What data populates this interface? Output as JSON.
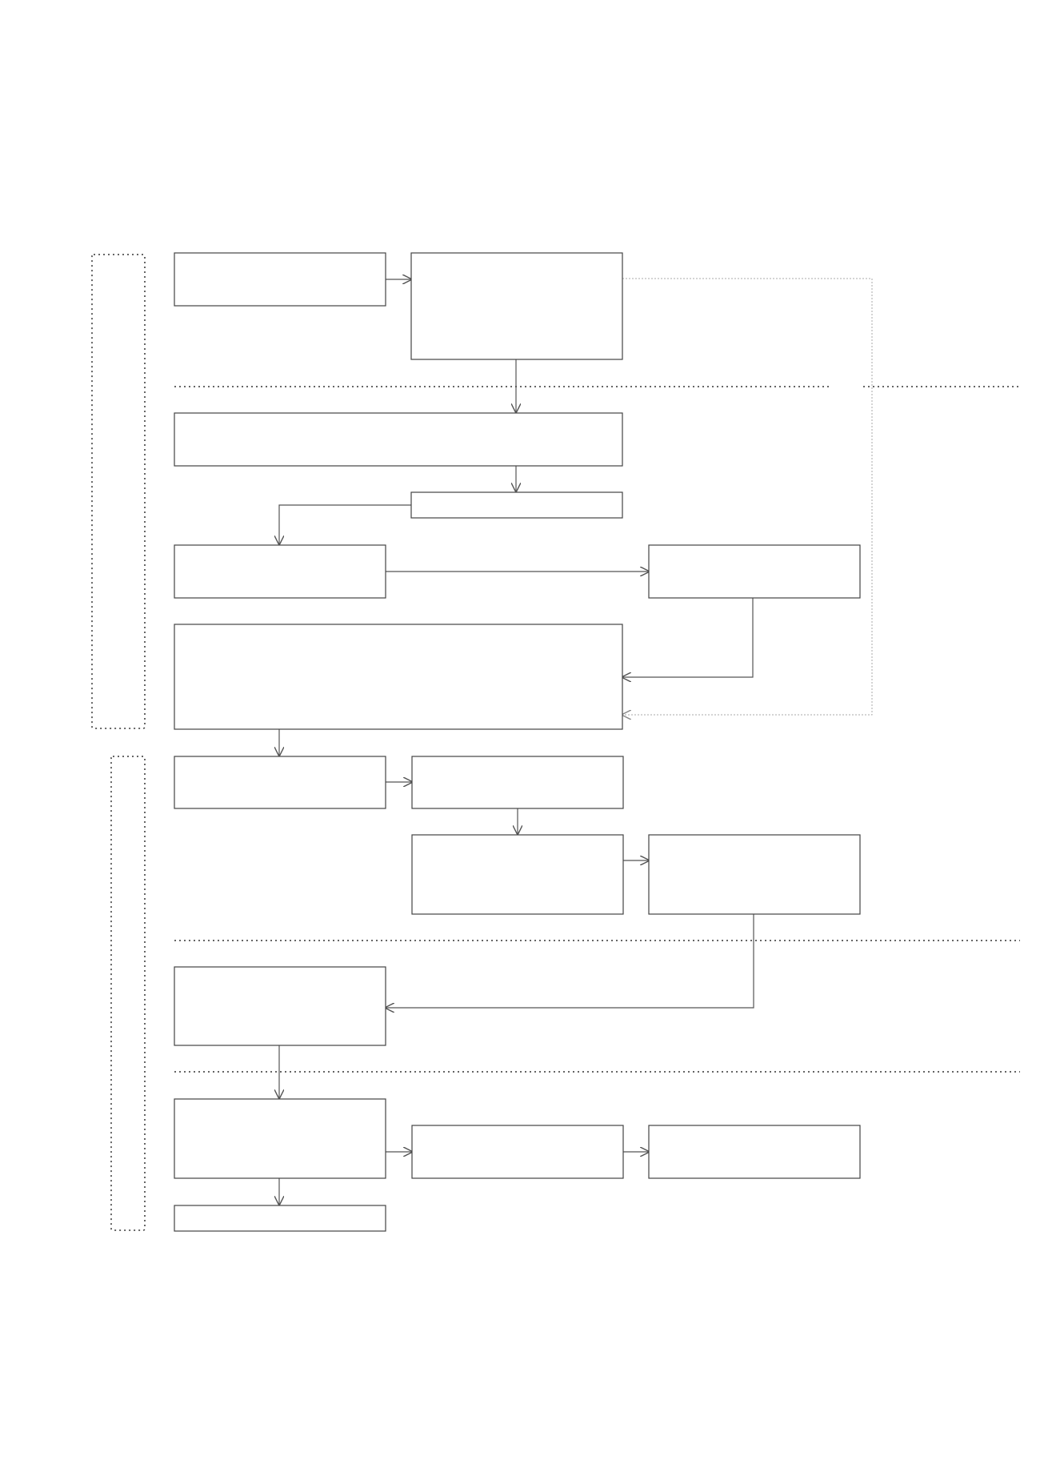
{
  "diagram": {
    "colors": {
      "box_stroke": "#444444",
      "arrow_stroke": "#555555",
      "dotted_stroke": "#333333",
      "feedback_stroke": "#aaaaaa",
      "background": "#ffffff"
    },
    "boxes": [
      {
        "id": "b1",
        "label": ""
      },
      {
        "id": "b2",
        "label": ""
      },
      {
        "id": "b3",
        "label": ""
      },
      {
        "id": "b4",
        "label": ""
      },
      {
        "id": "b5",
        "label": ""
      },
      {
        "id": "b6",
        "label": ""
      },
      {
        "id": "b7",
        "label": ""
      },
      {
        "id": "b8",
        "label": ""
      },
      {
        "id": "b9",
        "label": ""
      },
      {
        "id": "b10",
        "label": ""
      },
      {
        "id": "b11",
        "label": ""
      },
      {
        "id": "b12",
        "label": ""
      },
      {
        "id": "b13",
        "label": ""
      },
      {
        "id": "b14",
        "label": ""
      },
      {
        "id": "b15",
        "label": ""
      },
      {
        "id": "b16",
        "label": ""
      },
      {
        "id": "b17",
        "label": ""
      }
    ],
    "groups": [
      {
        "id": "group-upper",
        "label": ""
      },
      {
        "id": "group-lower",
        "label": ""
      }
    ],
    "edges": [
      {
        "from": "b1",
        "to": "b2"
      },
      {
        "from": "b2",
        "to": "b3"
      },
      {
        "from": "b3",
        "to": "b4"
      },
      {
        "from": "b4",
        "to": "b5"
      },
      {
        "from": "b5",
        "to": "b6"
      },
      {
        "from": "b6",
        "to": "b7"
      },
      {
        "from": "b2",
        "to": "b7",
        "style": "feedback"
      },
      {
        "from": "b7",
        "to": "b8"
      },
      {
        "from": "b8",
        "to": "b9"
      },
      {
        "from": "b9",
        "to": "b10"
      },
      {
        "from": "b10",
        "to": "b11"
      },
      {
        "from": "b11",
        "to": "b12"
      },
      {
        "from": "b12",
        "to": "b13"
      },
      {
        "from": "b13",
        "to": "b14"
      },
      {
        "from": "b14",
        "to": "b15"
      },
      {
        "from": "b13",
        "to": "b16"
      }
    ]
  }
}
